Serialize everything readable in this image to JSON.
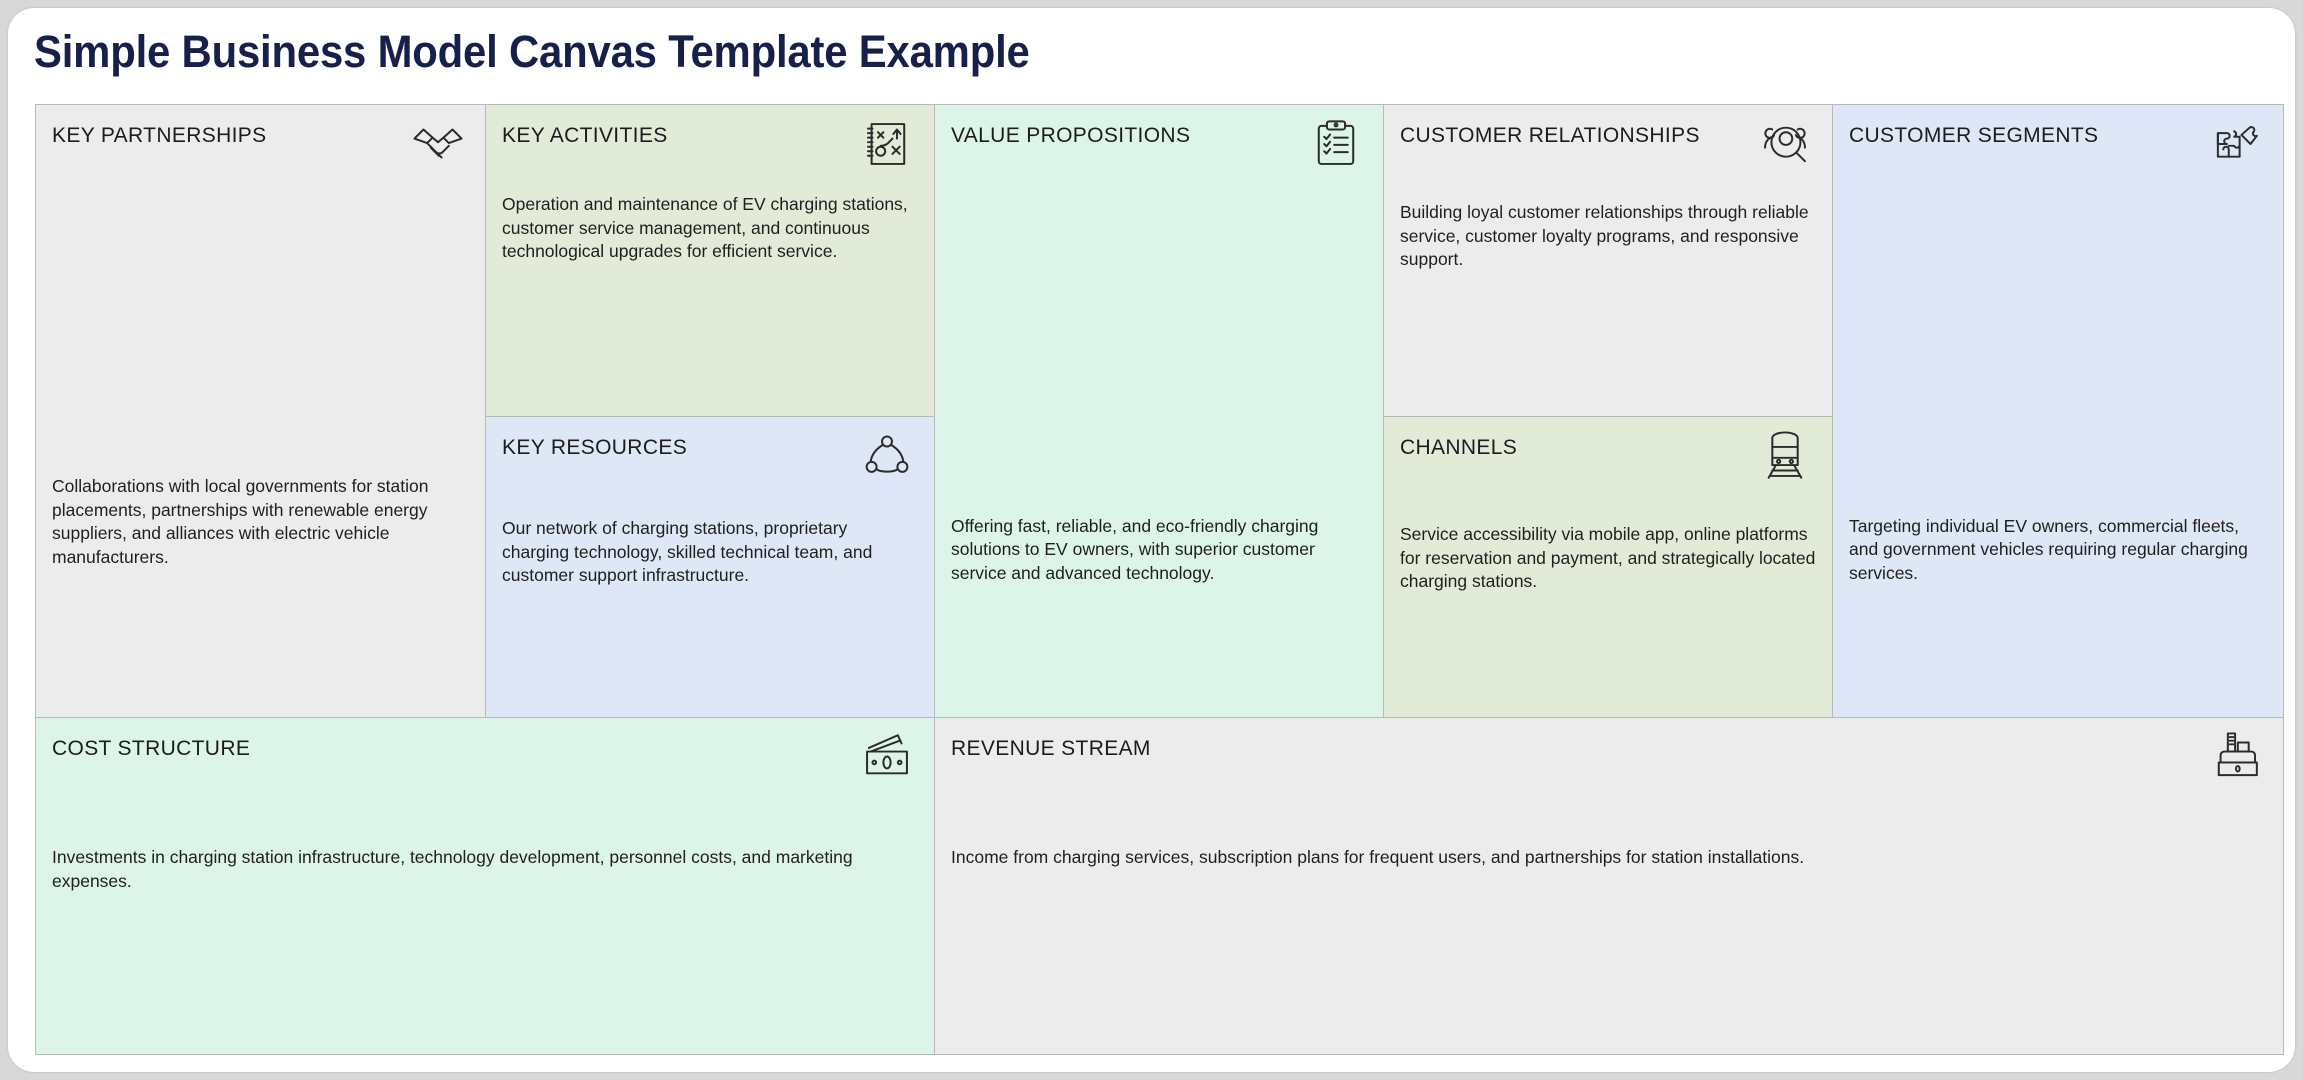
{
  "title": "Simple Business Model Canvas Template Example",
  "blocks": {
    "key_partnerships": {
      "title": "KEY PARTNERSHIPS",
      "icon": "handshake-icon",
      "color": "#ececec",
      "body": "Collaborations with local governments for station placements, partnerships with renewable energy suppliers, and alliances with electric vehicle manufacturers."
    },
    "key_activities": {
      "title": "KEY ACTIVITIES",
      "icon": "strategy-notepad-icon",
      "color": "#e1ebd8",
      "body": "Operation and maintenance of EV charging stations, customer service management, and continuous technological upgrades for efficient service."
    },
    "key_resources": {
      "title": "KEY RESOURCES",
      "icon": "network-nodes-icon",
      "color": "#dee7f5",
      "body": "Our network of charging stations, proprietary charging technology, skilled technical team, and customer support infrastructure."
    },
    "value_propositions": {
      "title": "VALUE PROPOSITIONS",
      "icon": "clipboard-checklist-icon",
      "color": "#ddf5e8",
      "body": "Offering fast, reliable, and eco-friendly charging solutions to EV owners, with superior customer service and advanced technology."
    },
    "customer_relationships": {
      "title": "CUSTOMER RELATIONSHIPS",
      "icon": "customer-search-icon",
      "color": "#ececec",
      "body": "Building loyal customer relationships through reliable service, customer loyalty programs, and responsive support."
    },
    "channels": {
      "title": "CHANNELS",
      "icon": "train-icon",
      "color": "#e1ebd8",
      "body": "Service accessibility via mobile app, online platforms for reservation and payment, and strategically located charging stations."
    },
    "customer_segments": {
      "title": "CUSTOMER SEGMENTS",
      "icon": "puzzle-pieces-icon",
      "color": "#dee7f5",
      "body": "Targeting individual EV owners, commercial fleets, and government vehicles requiring regular charging services."
    },
    "cost_structure": {
      "title": "COST STRUCTURE",
      "icon": "banknotes-icon",
      "color": "#ddf5e8",
      "body": "Investments in charging station infrastructure, technology development, personnel costs, and marketing expenses."
    },
    "revenue_stream": {
      "title": "REVENUE STREAM",
      "icon": "cash-register-icon",
      "color": "#ececec",
      "body": "Income from charging services, subscription plans for frequent users, and partnerships for station installations."
    }
  }
}
